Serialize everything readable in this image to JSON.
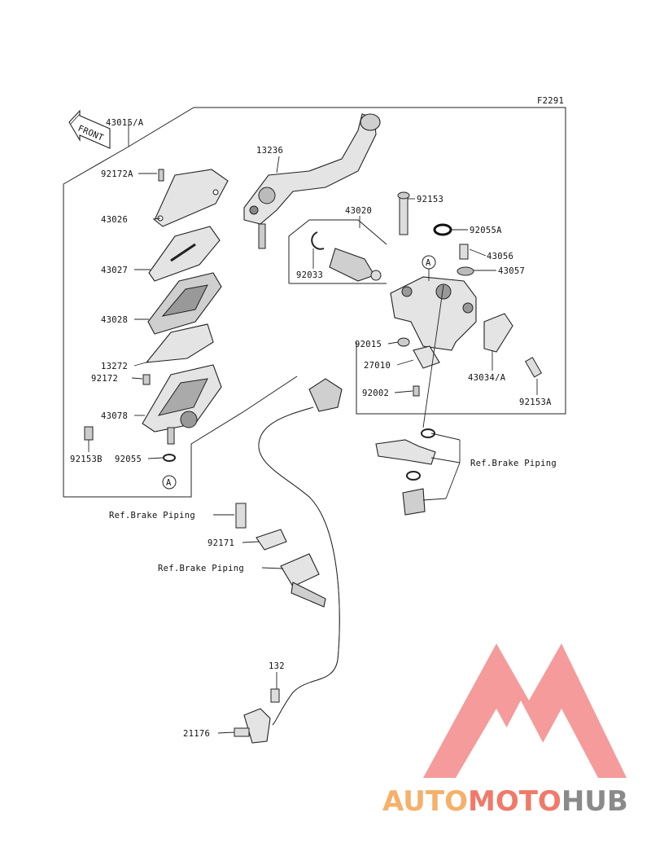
{
  "diagram_code": "F2291",
  "front_marker": "FRONT",
  "labels": {
    "l43015A": "43015/A",
    "l13236": "13236",
    "l92172A": "92172A",
    "l43026": "43026",
    "l43020": "43020",
    "l92153": "92153",
    "l92055A": "92055A",
    "l43027": "43027",
    "l92033": "92033",
    "l43056": "43056",
    "l43057": "43057",
    "l43028": "43028",
    "l92015": "92015",
    "l13272": "13272",
    "l27010": "27010",
    "l92172": "92172",
    "l43034A": "43034/A",
    "l92002": "92002",
    "l92153A": "92153A",
    "l43078": "43078",
    "l92153B": "92153B",
    "l92055": "92055",
    "refBrake1": "Ref.Brake Piping",
    "refBrake2": "Ref.Brake Piping",
    "l92171": "92171",
    "refBrake3": "Ref.Brake Piping",
    "l132": "132",
    "l21176": "21176",
    "refA1": "A",
    "refA2": "A"
  },
  "watermark": {
    "text_part1": "AUTO",
    "text_part2": "MOTO",
    "text_part3": "HUB",
    "color_orange": "#f5b06a",
    "color_red": "#f06a6a",
    "color_gray": "#8a8a8a"
  }
}
